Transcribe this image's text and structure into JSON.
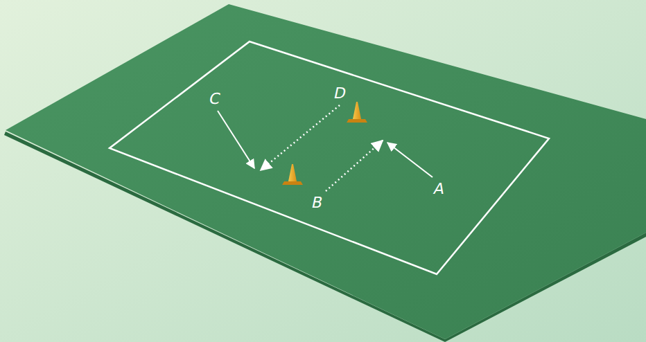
{
  "diagram": {
    "labels": [
      "C",
      "D",
      "A",
      "B"
    ]
  }
}
